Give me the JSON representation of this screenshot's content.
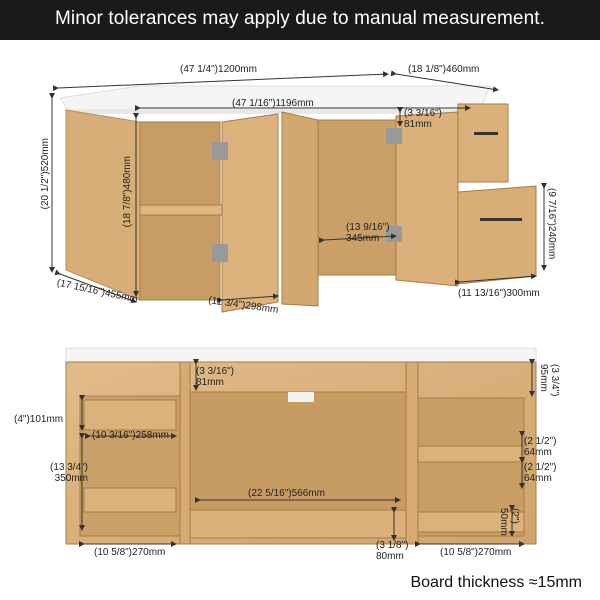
{
  "banner": {
    "text": "Minor tolerances may apply due to manual measurement."
  },
  "top_view": {
    "overall_width": "(47 1/4\")1200mm",
    "depth": "(18 1/8\")460mm",
    "inner_width": "(47 1/16\")1196mm",
    "overall_height": "(20 1/2\")520mm",
    "cabinet_height": "(18 7/8\")480mm",
    "top_gap": "(3 3/16\")\n81mm",
    "opening": "(13 9/16\")\n345mm",
    "drawer_height": "(9 7/16\")240mm",
    "side_depth": "(17 15/16\")455mm",
    "door_width": "(11 3/4\")298mm",
    "drawer_width": "(11 13/16\")300mm"
  },
  "bottom_view": {
    "top_gap": "(3 3/16\")\n81mm",
    "right_top": "(3 3/4\")\n95mm",
    "left_shelf": "(4\")101mm",
    "left_inner": "(10 3/16\")258mm",
    "left_height": "(13 3/4\")\n350mm",
    "center_width": "(22 5/16\")566mm",
    "right_shelf1": "(2 1/2\")\n64mm",
    "right_shelf2": "(2 1/2\")\n64mm",
    "right_bottom": "(2\")\n50mm",
    "left_width": "(10 5/8\")270mm",
    "center_bottom": "(3 1/8\")\n80mm",
    "right_width": "(10 5/8\")270mm"
  },
  "footer": {
    "note": "Board thickness ≈15mm"
  },
  "colors": {
    "wood": "#d9b07c",
    "wood_dark": "#c49a63",
    "top": "#f4f4f2",
    "banner": "#1a1a1a"
  }
}
